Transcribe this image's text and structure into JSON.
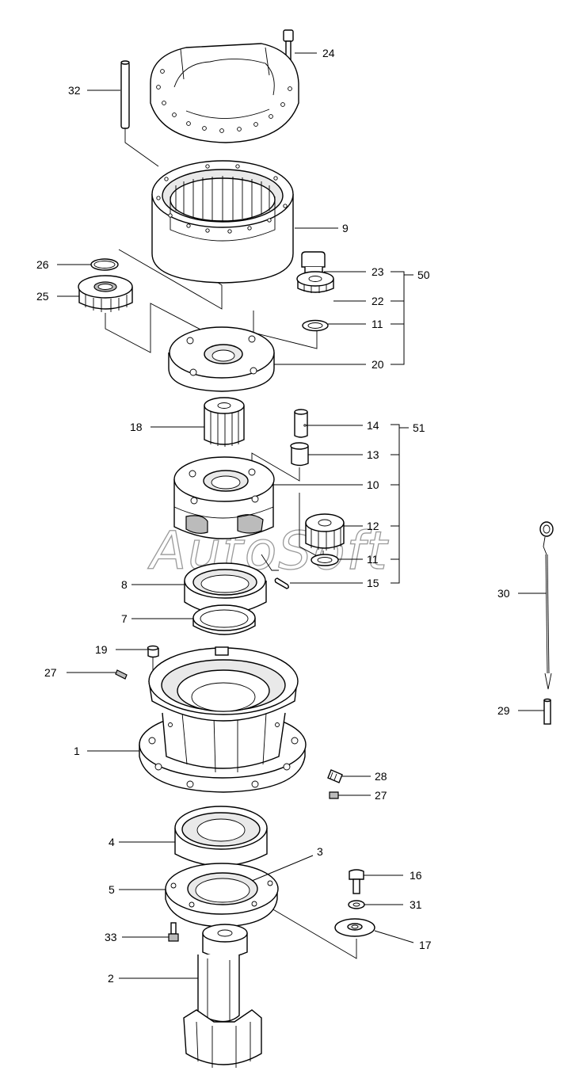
{
  "watermark": "AutoSoft",
  "callouts": [
    {
      "id": "c32",
      "text": "32"
    },
    {
      "id": "c24",
      "text": "24"
    },
    {
      "id": "c9",
      "text": "9"
    },
    {
      "id": "c26",
      "text": "26"
    },
    {
      "id": "c25",
      "text": "25"
    },
    {
      "id": "c23",
      "text": "23"
    },
    {
      "id": "c22",
      "text": "22"
    },
    {
      "id": "c11a",
      "text": "11"
    },
    {
      "id": "c20",
      "text": "20"
    },
    {
      "id": "c50",
      "text": "50"
    },
    {
      "id": "c18",
      "text": "18"
    },
    {
      "id": "c14",
      "text": "14"
    },
    {
      "id": "c13",
      "text": "13"
    },
    {
      "id": "c51",
      "text": "51"
    },
    {
      "id": "c10",
      "text": "10"
    },
    {
      "id": "c12",
      "text": "12"
    },
    {
      "id": "c11b",
      "text": "11"
    },
    {
      "id": "c15",
      "text": "15"
    },
    {
      "id": "c8",
      "text": "8"
    },
    {
      "id": "c7",
      "text": "7"
    },
    {
      "id": "c19",
      "text": "19"
    },
    {
      "id": "c27a",
      "text": "27"
    },
    {
      "id": "c1",
      "text": "1"
    },
    {
      "id": "c28",
      "text": "28"
    },
    {
      "id": "c27b",
      "text": "27"
    },
    {
      "id": "c30",
      "text": "30"
    },
    {
      "id": "c29",
      "text": "29"
    },
    {
      "id": "c4",
      "text": "4"
    },
    {
      "id": "c3",
      "text": "3"
    },
    {
      "id": "c5",
      "text": "5"
    },
    {
      "id": "c16",
      "text": "16"
    },
    {
      "id": "c31",
      "text": "31"
    },
    {
      "id": "c33",
      "text": "33"
    },
    {
      "id": "c17",
      "text": "17"
    },
    {
      "id": "c2",
      "text": "2"
    }
  ]
}
